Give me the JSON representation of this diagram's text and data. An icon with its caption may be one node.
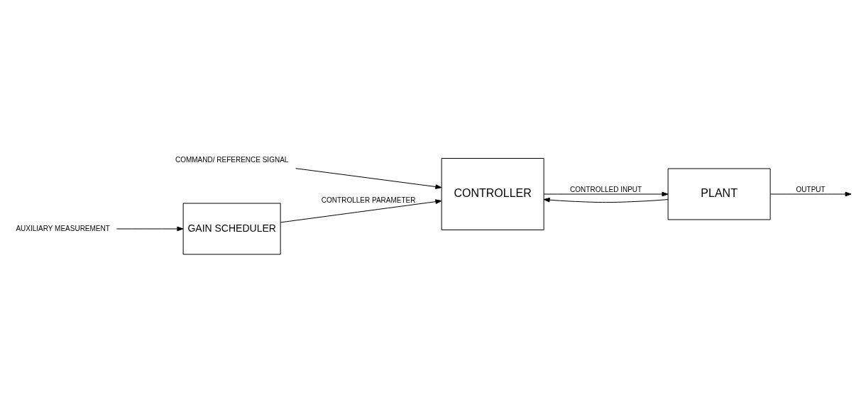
{
  "diagram": {
    "nodes": [
      {
        "text": [
          "GAIN SCHEDULER"
        ]
      },
      {
        "text": [
          "AUXILIARY MEASUREMENT"
        ]
      },
      {
        "text": [
          "COMMAND/ REFERENCE SIGNAL"
        ]
      },
      {
        "text": [
          "CONTROLLER"
        ]
      },
      {
        "text": [
          "PLANT"
        ]
      }
    ],
    "edges": [
      {
        "from": 1,
        "to": 0,
        "arrow": "to"
      },
      {
        "from": 0,
        "to": 3,
        "arrow": "to",
        "label": "CONTROLLER PARAMETER"
      },
      {
        "from": 2,
        "to": 3,
        "arrow": "to"
      },
      {
        "from": 3,
        "to": 4,
        "arrow": "to",
        "label": "CONTROLLED INPUT"
      },
      {
        "from": 4,
        "to": null,
        "arrow": "to",
        "label": "OUTPUT"
      },
      {
        "from": 4,
        "to": 3,
        "arrow": "to"
      }
    ]
  }
}
